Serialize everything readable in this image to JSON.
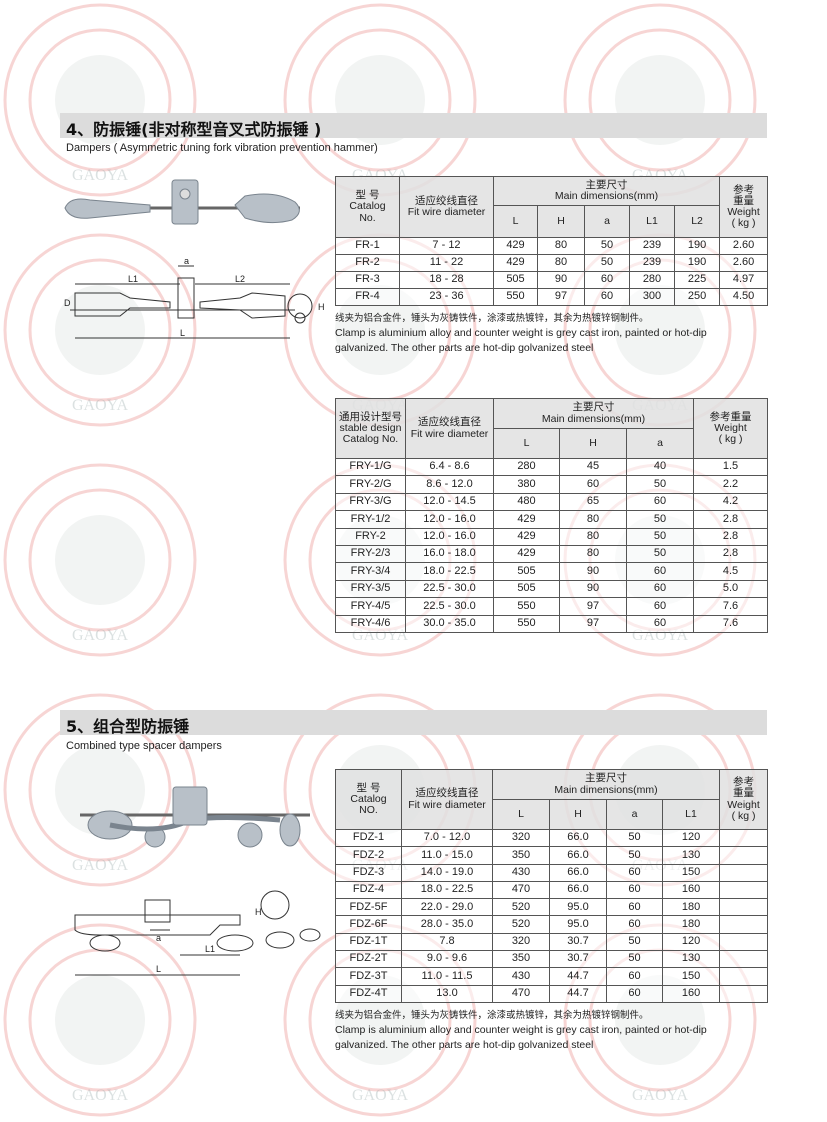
{
  "watermark": {
    "text": "GAOYA",
    "stamp_color": "#d9403a"
  },
  "section4": {
    "title": "4、防振锤(非对称型音叉式防振锤 )",
    "subtitle": "Dampers ( Asymmetric tuning fork vibration prevention hammer)",
    "diagram_labels": {
      "L1": "L1",
      "L2": "L2",
      "a": "a",
      "L": "L",
      "D": "D",
      "H": "H"
    },
    "table1": {
      "h_catalog": [
        "型 号",
        "Catalog",
        "No."
      ],
      "h_fit": [
        "适应绞线直径",
        "Fit wire diameter"
      ],
      "h_main": [
        "主要尺寸",
        "Main dimensions(mm)"
      ],
      "h_weight": [
        "参考",
        "重量",
        "Weight",
        "( kg )"
      ],
      "cols": [
        "L",
        "H",
        "a",
        "L1",
        "L2"
      ],
      "rows": [
        [
          "FR-1",
          "7 - 12",
          "429",
          "80",
          "50",
          "239",
          "190",
          "2.60"
        ],
        [
          "FR-2",
          "11 - 22",
          "429",
          "80",
          "50",
          "239",
          "190",
          "2.60"
        ],
        [
          "FR-3",
          "18 - 28",
          "505",
          "90",
          "60",
          "280",
          "225",
          "4.97"
        ],
        [
          "FR-4",
          "23 - 36",
          "550",
          "97",
          "60",
          "300",
          "250",
          "4.50"
        ]
      ]
    },
    "note_cn": "线夹为铝合金件，锤头为灰铸铁件，涂漆或热镀锌，其余为热镀锌钢制件。",
    "note_en": "Clamp is aluminium alloy and counter weight is grey cast iron, painted or hot-dip galvanized. The other parts are hot-dip golvanized steel",
    "table2": {
      "h_catalog": [
        "通用设计型号",
        "stable design",
        "Catalog No."
      ],
      "h_fit": [
        "适应绞线直径",
        "Fit wire diameter"
      ],
      "h_main": [
        "主要尺寸",
        "Main dimensions(mm)"
      ],
      "h_weight": [
        "参考重量",
        "Weight",
        "( kg )"
      ],
      "cols": [
        "L",
        "H",
        "a"
      ],
      "rows": [
        [
          "FRY-1/G",
          "6.4 - 8.6",
          "280",
          "45",
          "40",
          "1.5"
        ],
        [
          "FRY-2/G",
          "8.6 - 12.0",
          "380",
          "60",
          "50",
          "2.2"
        ],
        [
          "FRY-3/G",
          "12.0 - 14.5",
          "480",
          "65",
          "60",
          "4.2"
        ],
        [
          "FRY-1/2",
          "12.0 - 16.0",
          "429",
          "80",
          "50",
          "2.8"
        ],
        [
          "FRY-2",
          "12.0 - 16.0",
          "429",
          "80",
          "50",
          "2.8"
        ],
        [
          "FRY-2/3",
          "16.0 - 18.0",
          "429",
          "80",
          "50",
          "2.8"
        ],
        [
          "FRY-3/4",
          "18.0 - 22.5",
          "505",
          "90",
          "60",
          "4.5"
        ],
        [
          "FRY-3/5",
          "22.5 - 30.0",
          "505",
          "90",
          "60",
          "5.0"
        ],
        [
          "FRY-4/5",
          "22.5 - 30.0",
          "550",
          "97",
          "60",
          "7.6"
        ],
        [
          "FRY-4/6",
          "30.0 - 35.0",
          "550",
          "97",
          "60",
          "7.6"
        ]
      ]
    }
  },
  "section5": {
    "title": "5、组合型防振锤",
    "subtitle": "Combined type spacer dampers",
    "diagram_labels": {
      "a": "a",
      "L1": "L1",
      "L": "L",
      "H": "H"
    },
    "table3": {
      "h_catalog": [
        "型 号",
        "Catalog",
        "NO."
      ],
      "h_fit": [
        "适应绞线直径",
        "Fit wire diameter"
      ],
      "h_main": [
        "主要尺寸",
        "Main dimensions(mm)"
      ],
      "h_weight": [
        "参考",
        "重量",
        "Weight",
        "( kg )"
      ],
      "cols": [
        "L",
        "H",
        "a",
        "L1"
      ],
      "rows": [
        [
          "FDZ-1",
          "7.0 - 12.0",
          "320",
          "66.0",
          "50",
          "120",
          ""
        ],
        [
          "FDZ-2",
          "11.0 - 15.0",
          "350",
          "66.0",
          "50",
          "130",
          ""
        ],
        [
          "FDZ-3",
          "14.0 - 19.0",
          "430",
          "66.0",
          "60",
          "150",
          ""
        ],
        [
          "FDZ-4",
          "18.0 - 22.5",
          "470",
          "66.0",
          "60",
          "160",
          ""
        ],
        [
          "FDZ-5F",
          "22.0 - 29.0",
          "520",
          "95.0",
          "60",
          "180",
          ""
        ],
        [
          "FDZ-6F",
          "28.0 - 35.0",
          "520",
          "95.0",
          "60",
          "180",
          ""
        ],
        [
          "FDZ-1T",
          "7.8",
          "320",
          "30.7",
          "50",
          "120",
          ""
        ],
        [
          "FDZ-2T",
          "9.0 - 9.6",
          "350",
          "30.7",
          "50",
          "130",
          ""
        ],
        [
          "FDZ-3T",
          "11.0 - 11.5",
          "430",
          "44.7",
          "60",
          "150",
          ""
        ],
        [
          "FDZ-4T",
          "13.0",
          "470",
          "44.7",
          "60",
          "160",
          ""
        ]
      ]
    },
    "note_cn": "线夹为铝合金件，锤头为灰铸铁件，涂漆或热镀锌，其余为热镀锌钢制件。",
    "note_en": "Clamp is aluminium alloy and counter weight is grey cast iron, painted or hot-dip galvanized. The other parts are hot-dip golvanized steel"
  }
}
